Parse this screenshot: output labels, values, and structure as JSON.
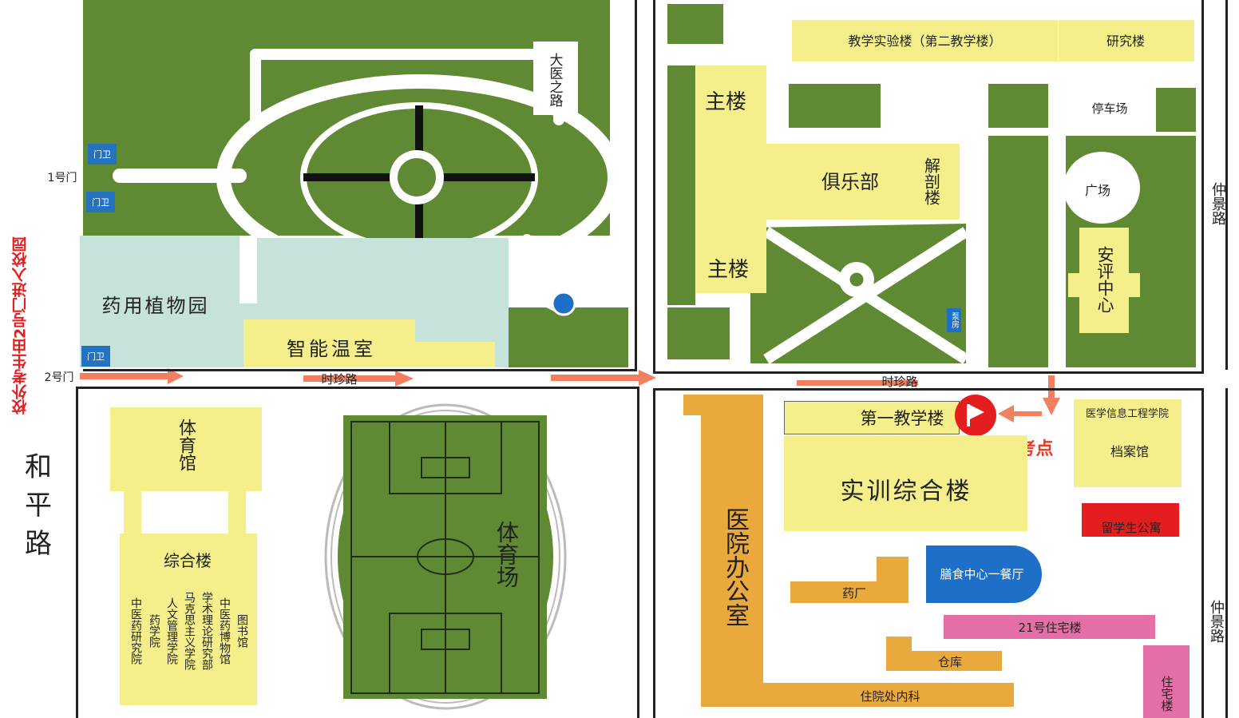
{
  "gates": {
    "gate1": "1号门",
    "gate2": "2号门",
    "guard": "门卫"
  },
  "notice_vertical": "校外考生由2号门进入校园",
  "roads": {
    "heping": "和平路",
    "shizhen_1": "时珍路",
    "shizhen_2": "时珍路",
    "zhongjing_1": "仲景路",
    "zhongjing_2": "仲景路",
    "dayi": "大医之路"
  },
  "buildings": {
    "medicinal_garden": "药用植物园",
    "smart_greenhouse": "智能温室",
    "teaching_lab": "教学实验楼（第二教学楼）",
    "research": "研究楼",
    "main_building_top": "主楼",
    "main_building_bottom": "主楼",
    "club": "俱乐部",
    "anatomy": "解剖楼",
    "parking": "停车场",
    "square": "广场",
    "safety_center": "安评中心",
    "pump_house": "泵房",
    "gym": "体育馆",
    "complex": "综合楼",
    "complex_depts": [
      "中医药研究院",
      "药学院",
      "人文管理学院",
      "马克思主义学院",
      "学术理论研究部",
      "中医药博物馆",
      "图书馆"
    ],
    "stadium": "体育场",
    "first_teaching": "第一教学楼",
    "exam_point": "第一教学楼考点",
    "training_complex": "实训综合楼",
    "hospital_office": "医院办公室",
    "med_info": "医学信息工程学院",
    "archives": "档案馆",
    "intl_dorm": "留学生公寓",
    "pharmacy_factory": "药厂",
    "canteen": "膳食中心一餐厅",
    "residence_21": "21号住宅楼",
    "warehouse": "仓库",
    "inpatient": "住院处内科",
    "residence": "住宅楼"
  },
  "colors": {
    "lawn": "#5f8a33",
    "building": "#f5ef8b",
    "garden": "#c6e2da",
    "hospital": "#eaa93c",
    "residence": "#e46fa6",
    "canteen": "#1e6fc8",
    "marker": "#e41e1e",
    "arrow": "#f08060"
  }
}
